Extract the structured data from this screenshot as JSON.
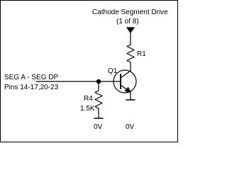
{
  "labels": {
    "drive_line1": "Cathode Segment Drive",
    "drive_line2": "(1 of 8)",
    "r1": "R1",
    "q1": "Q1",
    "seg_line1": "SEG A - SEG DP",
    "seg_line2": "Pins 14-17,20-23",
    "r4": "R4",
    "r4_value": "1.5K",
    "ground_left": "0V",
    "ground_right": "0V"
  },
  "colors": {
    "stroke": "#000000",
    "background": "#ffffff"
  }
}
